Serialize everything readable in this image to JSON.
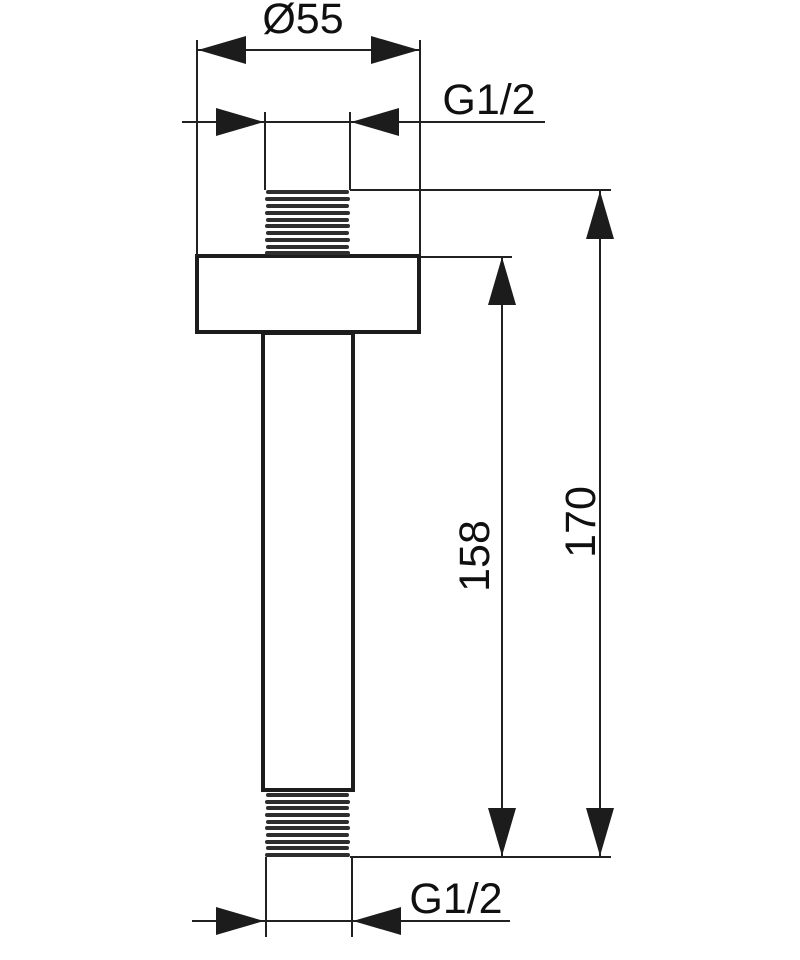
{
  "drawing": {
    "type": "technical-dimension-drawing",
    "subject": "ceiling-mounted shower arm",
    "colors": {
      "background": "#ffffff",
      "line": "#212121",
      "part_outline": "#1c1c1c",
      "thread": "#2e2e2e",
      "text": "#101010"
    },
    "labels": {
      "flange_diameter": "Ø55",
      "top_thread_size": "G1/2",
      "arm_length": "158",
      "total_length": "170",
      "bottom_thread_size": "G1/2"
    }
  }
}
